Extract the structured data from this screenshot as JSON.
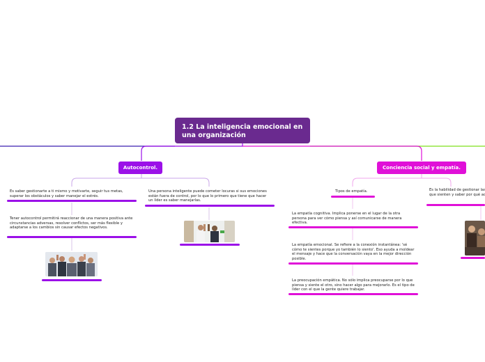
{
  "root": {
    "title": "1.2 La inteligencia emocional en una organización"
  },
  "topics": {
    "autocontrol": "Autocontrol.",
    "conciencia": "Conciencia social y empatía."
  },
  "autocontrol_notes": {
    "n1": "Es saber gestionarte a ti mismo y motivarte, seguir tus metas, superar los obstáculos y saber manejar el estrés.",
    "n2": "Tener autocontrol permitirá reaccionar de una manera positiva ante circunstancias adversas, resolver conflictos, ser más flexible y adaptarse a los cambios sin causar efectos negativos.",
    "n3": "Una persona inteligente puede cometer locuras si sus emociones están fuera de control, por lo que lo primero que tiene que hacer un líder es saber manejarlas."
  },
  "empatia_notes": {
    "tipos": "Tipos de empatía.",
    "cognitiva": "La empatía cognitiva. Implica ponerse en el lugar de la otra persona para ver cómo piensa y así comunicarse de manera efectiva.",
    "emocional": "La empatía emocional. Se refiere a la conexión instantánea: 'sé cómo te sientes porque yo también lo siento'. Eso ayuda a moldear el mensaje y hace que la conversación vaya en la mejor dirección posible.",
    "preocupacion": "La preocupación empática. No sólo implica preocuparse por lo que piensa y siente el otro, sino hacer algo para mejorarlo. Es el tipo de líder con el que la gente quiere trabajar.",
    "habilidad": "Es la habilidad de gestionar las emociones de los otros, intuir lo que sienten y saber por qué acuden a ti."
  },
  "colors": {
    "root": "#6a2a8f",
    "autocontrol": "#9b10e8",
    "conciencia": "#e010d8",
    "left_edge": "#3a1fb0",
    "right_edge": "#7de01a"
  }
}
